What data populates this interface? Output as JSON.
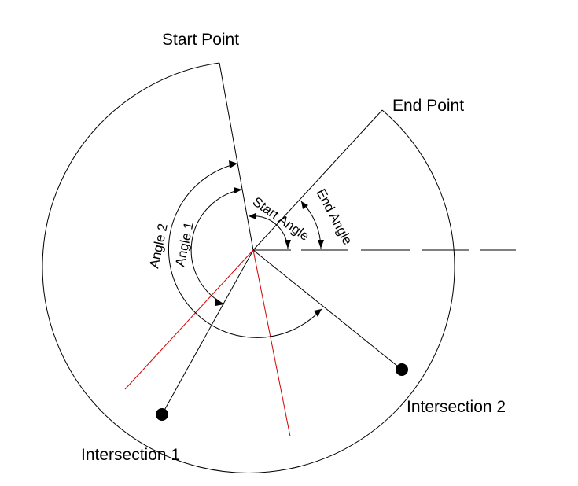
{
  "labels": {
    "start_point": "Start Point",
    "end_point": "End Point",
    "intersection_1": "Intersection 1",
    "intersection_2": "Intersection 2",
    "start_angle": "Start Angle",
    "end_angle": "End Angle",
    "angle_1": "Angle 1",
    "angle_2": "Angle 2"
  },
  "colors": {
    "line": "#000000",
    "highlight": "#d40000",
    "background": "#ffffff"
  }
}
